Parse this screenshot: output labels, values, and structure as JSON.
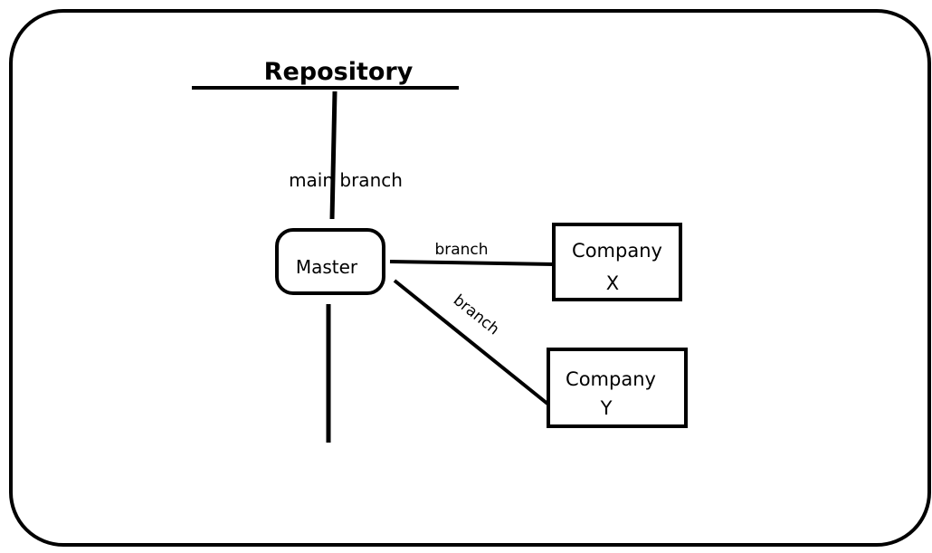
{
  "diagram": {
    "title": "Repository",
    "trunk_label": "main branch",
    "master_label": "Master",
    "company_x": {
      "line1": "Company",
      "line2": "X",
      "edge_label": "branch"
    },
    "company_y": {
      "line1": "Company",
      "line2": "Y",
      "edge_label": "branch"
    }
  },
  "colors": {
    "stroke": "#000000",
    "background": "#ffffff"
  }
}
